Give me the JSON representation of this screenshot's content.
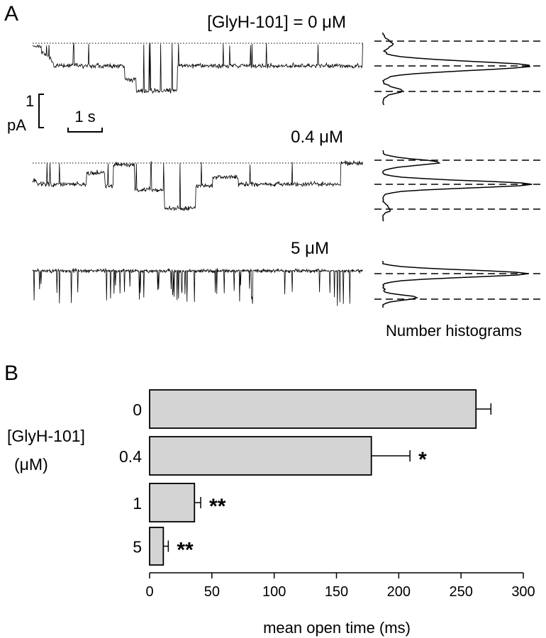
{
  "panel_a": {
    "letter": "A",
    "trace_labels": [
      "[GlyH-101] = 0 μM",
      "0.4 μM",
      "5 μM"
    ],
    "scale_bar": {
      "current_value": "1",
      "current_unit": "pA",
      "time_label": "1 s"
    },
    "histogram_label": "Number histograms"
  },
  "chart_data": {
    "type": "bar",
    "orientation": "horizontal",
    "panel_letter": "B",
    "title": "",
    "ylabel_line1": "[GlyH-101]",
    "ylabel_line2": "(μM)",
    "xlabel": "mean open time (ms)",
    "categories": [
      "0",
      "0.4",
      "1",
      "5"
    ],
    "values": [
      262,
      178,
      36,
      11
    ],
    "errors": [
      12,
      31,
      5,
      4
    ],
    "significance": [
      "",
      "*",
      "**",
      "**"
    ],
    "xlim": [
      0,
      300
    ],
    "xticks": [
      0,
      50,
      100,
      150,
      200,
      250,
      300
    ],
    "bar_color": "#d4d4d4",
    "grid": false
  }
}
